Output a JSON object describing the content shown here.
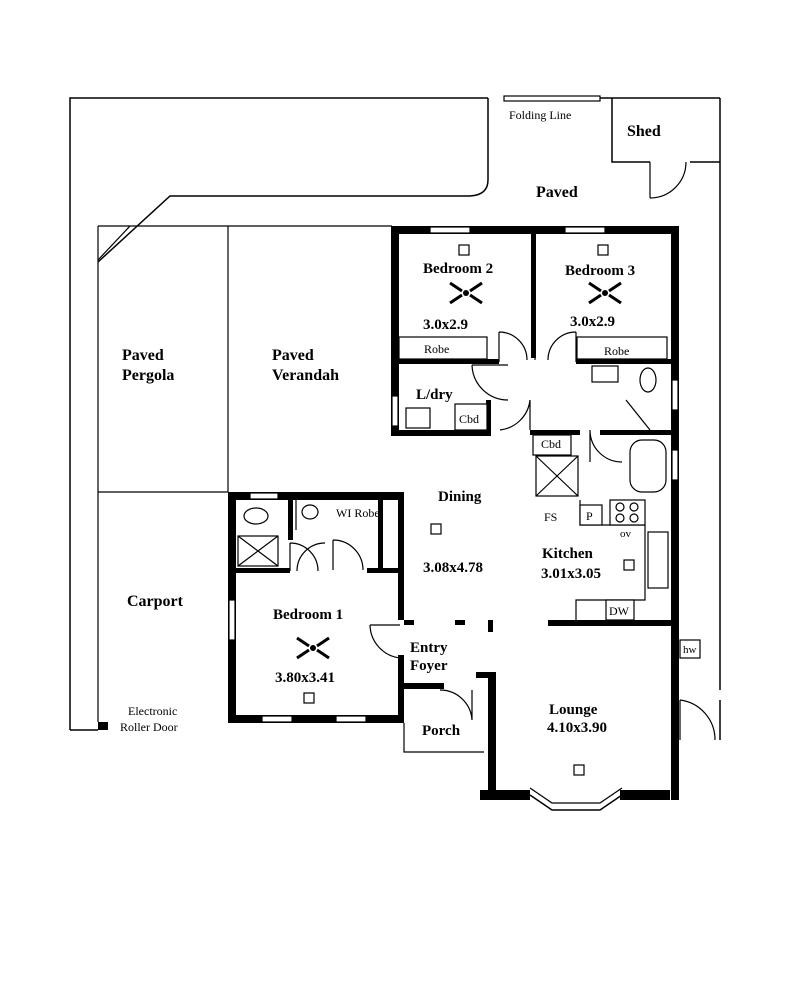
{
  "labels": {
    "folding_line": "Folding Line",
    "shed": "Shed",
    "paved": "Paved",
    "paved_pergola_1": "Paved",
    "paved_pergola_2": "Pergola",
    "paved_verandah_1": "Paved",
    "paved_verandah_2": "Verandah",
    "carport": "Carport",
    "roller_door_1": "Electronic",
    "roller_door_2": "Roller Door",
    "bedroom2_name": "Bedroom 2",
    "bedroom2_size": "3.0x2.9",
    "bedroom3_name": "Bedroom 3",
    "bedroom3_size": "3.0x2.9",
    "robe_b2": "Robe",
    "robe_b3": "Robe",
    "laundry": "L/dry",
    "cbd_laundry": "Cbd",
    "cbd_bath": "Cbd",
    "dining_name": "Dining",
    "dining_size": "3.08x4.78",
    "wi_robe": "WI Robe",
    "bedroom1_name": "Bedroom 1",
    "bedroom1_size": "3.80x3.41",
    "kitchen_name": "Kitchen",
    "kitchen_size": "3.01x3.05",
    "fs": "FS",
    "pantry": "P",
    "oven": "ov",
    "dishwasher": "DW",
    "hot_water": "hw",
    "entry_1": "Entry",
    "entry_2": "Foyer",
    "porch": "Porch",
    "lounge_name": "Lounge",
    "lounge_size": "4.10x3.90"
  }
}
